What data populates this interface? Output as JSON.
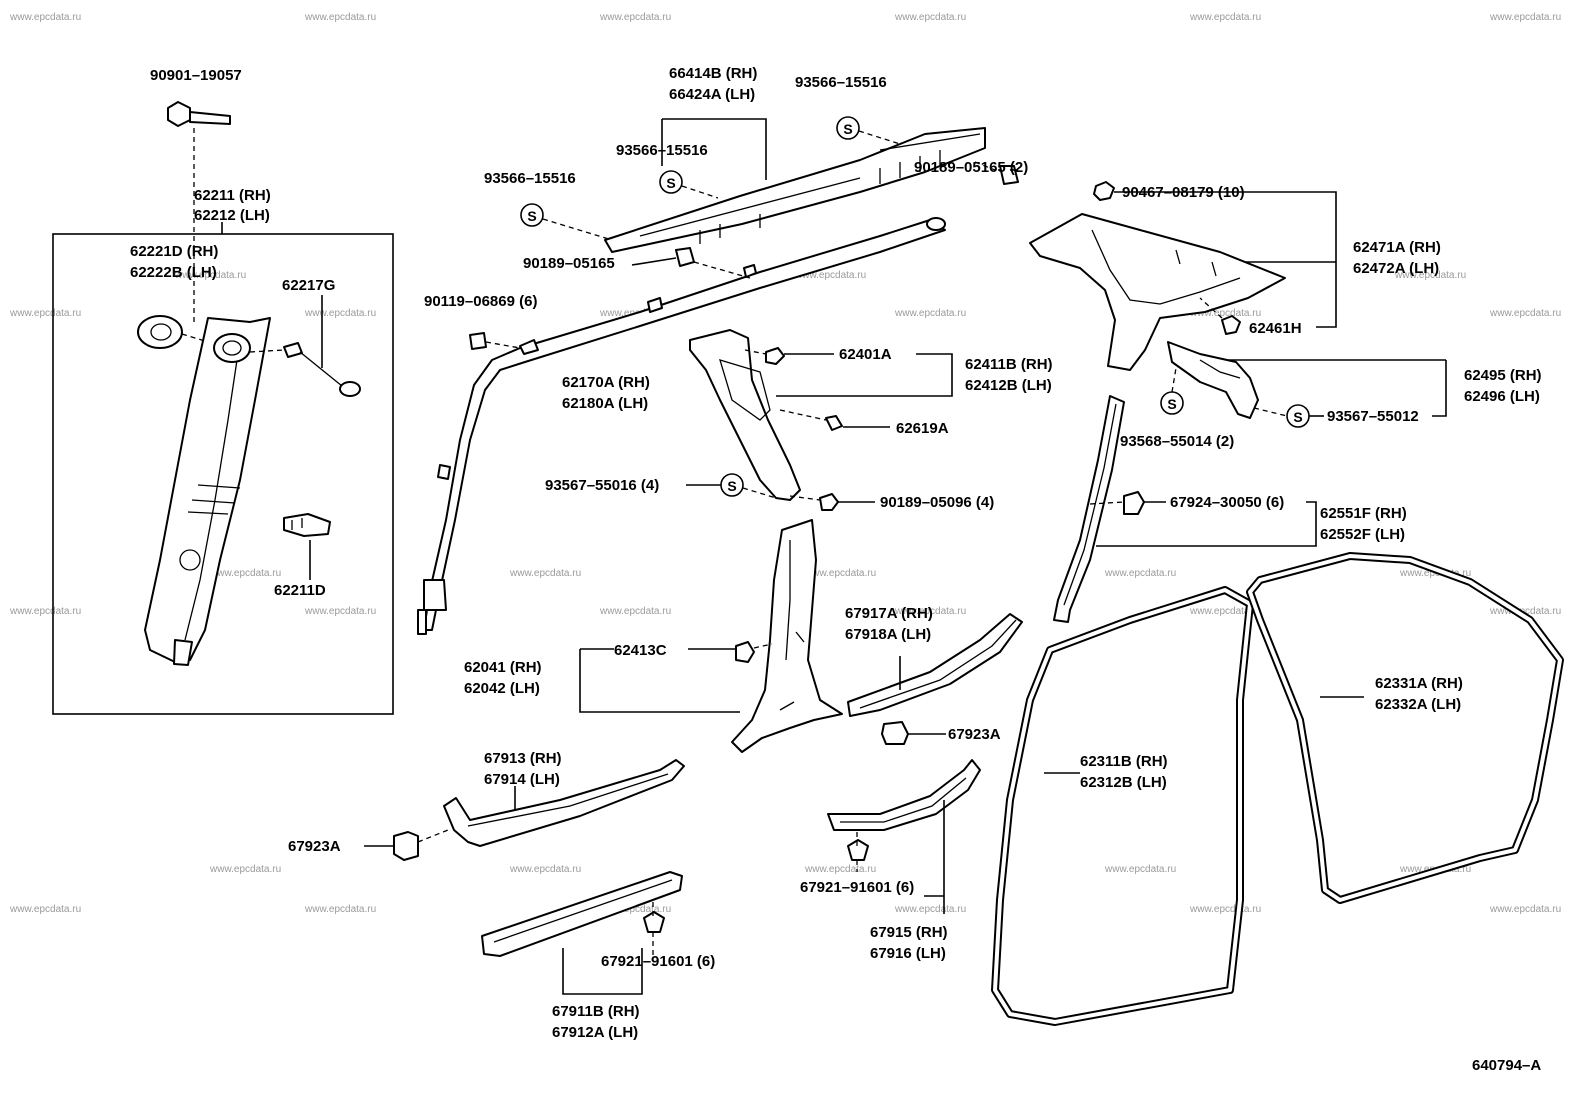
{
  "watermark": "www.epcdata.ru",
  "diagram_code": "640794–A",
  "screw_symbol": "S",
  "labels": {
    "p90901_19057": "90901–19057",
    "p62211": "62211 (RH)",
    "p62212": "62212 (LH)",
    "p62221D": "62221D (RH)",
    "p62222B": "62222B (LH)",
    "p62217G": "62217G",
    "p62211D": "62211D",
    "p66414B": "66414B (RH)",
    "p66424A": "66424A (LH)",
    "p93566_a": "93566–15516",
    "p93566_b": "93566–15516",
    "p93566_c": "93566–15516",
    "p90189_05165": "90189–05165",
    "p90189_05165_2": "90189–05165 (2)",
    "p90467_08179": "90467–08179 (10)",
    "p62471A": "62471A (RH)",
    "p62472A": "62472A (LH)",
    "p62461H": "62461H",
    "p90119_06869": "90119–06869 (6)",
    "p62170A": "62170A (RH)",
    "p62180A": "62180A (LH)",
    "p62401A": "62401A",
    "p62411B": "62411B (RH)",
    "p62412B": "62412B (LH)",
    "p62619A": "62619A",
    "p62495": "62495 (RH)",
    "p62496": "62496 (LH)",
    "p93567_55012": "93567–55012",
    "p93568_55014": "93568–55014 (2)",
    "p93567_55016": "93567–55016 (4)",
    "p90189_05096": "90189–05096 (4)",
    "p67924_30050": "67924–30050 (6)",
    "p62551F": "62551F (RH)",
    "p62552F": "62552F (LH)",
    "p62413C": "62413C",
    "p62041": "62041 (RH)",
    "p62042": "62042 (LH)",
    "p67917A": "67917A (RH)",
    "p67918A": "67918A (LH)",
    "p67923A_r": "67923A",
    "p67923A_l": "67923A",
    "p62331A": "62331A (RH)",
    "p62332A": "62332A (LH)",
    "p62311B": "62311B (RH)",
    "p62312B": "62312B (LH)",
    "p67913": "67913 (RH)",
    "p67914": "67914 (LH)",
    "p67921_a": "67921–91601 (6)",
    "p67921_b": "67921–91601 (6)",
    "p67915": "67915 (RH)",
    "p67916": "67916 (LH)",
    "p67911B": "67911B (RH)",
    "p67912A": "67912A (LH)"
  }
}
